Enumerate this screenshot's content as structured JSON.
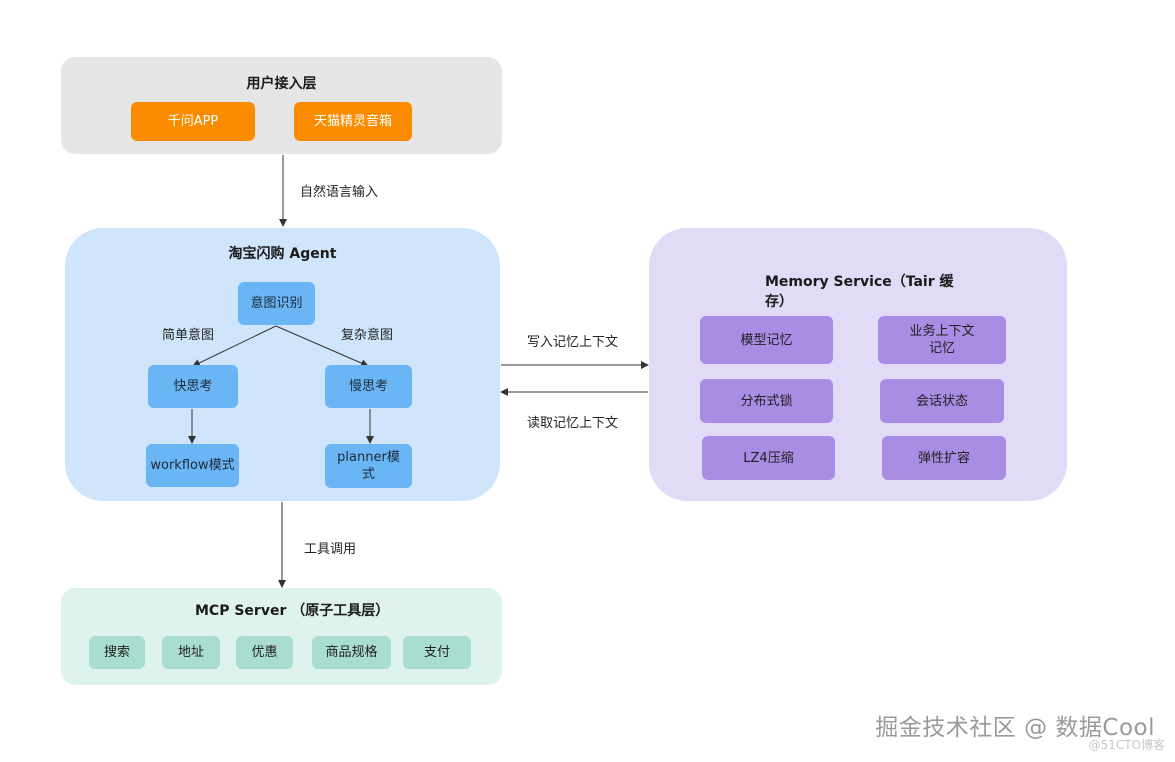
{
  "user_layer": {
    "title": "用户接入层",
    "items": [
      "千问APP",
      "天猫精灵音箱"
    ]
  },
  "agent": {
    "title": "淘宝闪购 Agent",
    "intent": "意图识别",
    "simple_label": "简单意图",
    "complex_label": "复杂意图",
    "fast": "快思考",
    "slow": "慢思考",
    "workflow": "workflow模式",
    "planner": "planner模\n式"
  },
  "memory": {
    "title": "Memory Service（Tair 缓\n存）",
    "items": [
      "模型记忆",
      "业务上下文\n记忆",
      "分布式锁",
      "会话状态",
      "LZ4压缩",
      "弹性扩容"
    ]
  },
  "mcp": {
    "title": "MCP Server （原子工具层）",
    "items": [
      "搜索",
      "地址",
      "优惠",
      "商品规格",
      "支付"
    ]
  },
  "edges": {
    "natural_language": "自然语言输入",
    "write_memory": "写入记忆上下文",
    "read_memory": "读取记忆上下文",
    "tool_call": "工具调用"
  },
  "colors": {
    "user_panel": "#e6e6e6",
    "orange": "#fb8c00",
    "agent_panel": "#cfe5fb",
    "agent_box": "#6ab6f5",
    "memory_panel": "#e2dbf7",
    "memory_box": "#a98ce3",
    "mcp_panel": "#dff3ee",
    "mcp_box": "#a9ddcf",
    "line": "#333333"
  },
  "watermark": {
    "main": "掘金技术社区 @ 数据Cool",
    "sub": "@51CTO博客"
  }
}
